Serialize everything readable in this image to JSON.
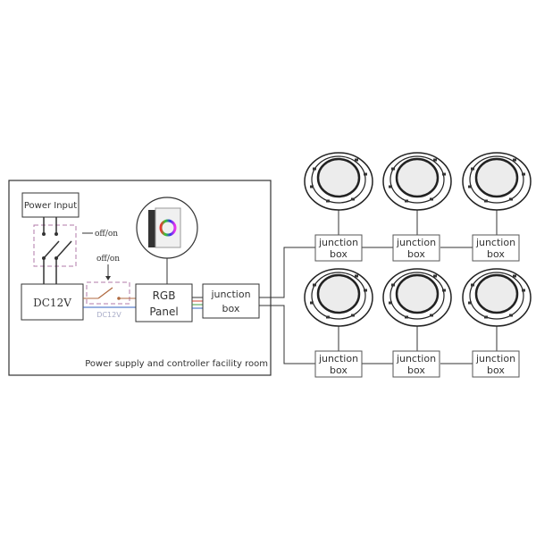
{
  "room": {
    "caption": "Power supply and controller facility room",
    "power_input": "Power Input",
    "switch_label_1": "off/on",
    "switch_label_2": "off/on",
    "dc_box": "DC12V",
    "dc_wire_label": "DC12V",
    "rgb_panel_line1": "RGB",
    "rgb_panel_line2": "Panel",
    "junction_line1": "junction",
    "junction_line2": "box"
  },
  "lights": {
    "junction_line1": "junction",
    "junction_line2": "box",
    "count_per_row": 3,
    "rows": 2
  },
  "colors": {
    "switch_dash": "#b07aa8",
    "wire_red": "#d04030",
    "wire_green": "#40a040",
    "wire_blue": "#3060c0",
    "wire_brown": "#b06a40"
  }
}
